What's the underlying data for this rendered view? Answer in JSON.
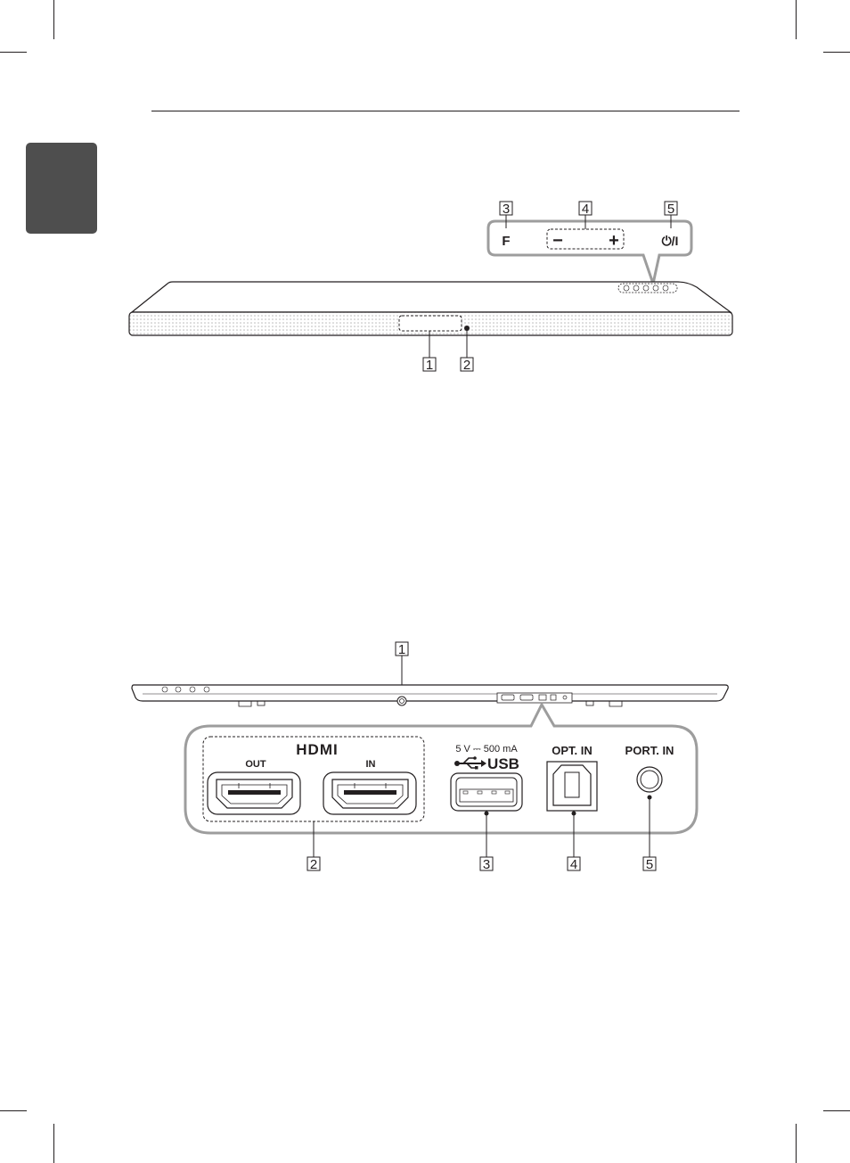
{
  "front_view": {
    "callouts": [
      "1",
      "2",
      "3",
      "4",
      "5"
    ],
    "button_labels": {
      "function": "F",
      "volume_down": "−",
      "volume_up": "+",
      "power": "⏻/I"
    }
  },
  "rear_view": {
    "callouts": [
      "1",
      "2",
      "3",
      "4",
      "5"
    ],
    "hdmi_logo": "HDMI",
    "hdmi_out_label": "OUT",
    "hdmi_in_label": "IN",
    "usb_rating": "5 V ⎓ 500 mA",
    "usb_label": "USB",
    "optical_label": "OPT. IN",
    "portable_label": "PORT. IN"
  },
  "colors": {
    "ink": "#231f20",
    "callout_frame": "#9d9d9d",
    "side_tab": "#4e4e4e"
  }
}
